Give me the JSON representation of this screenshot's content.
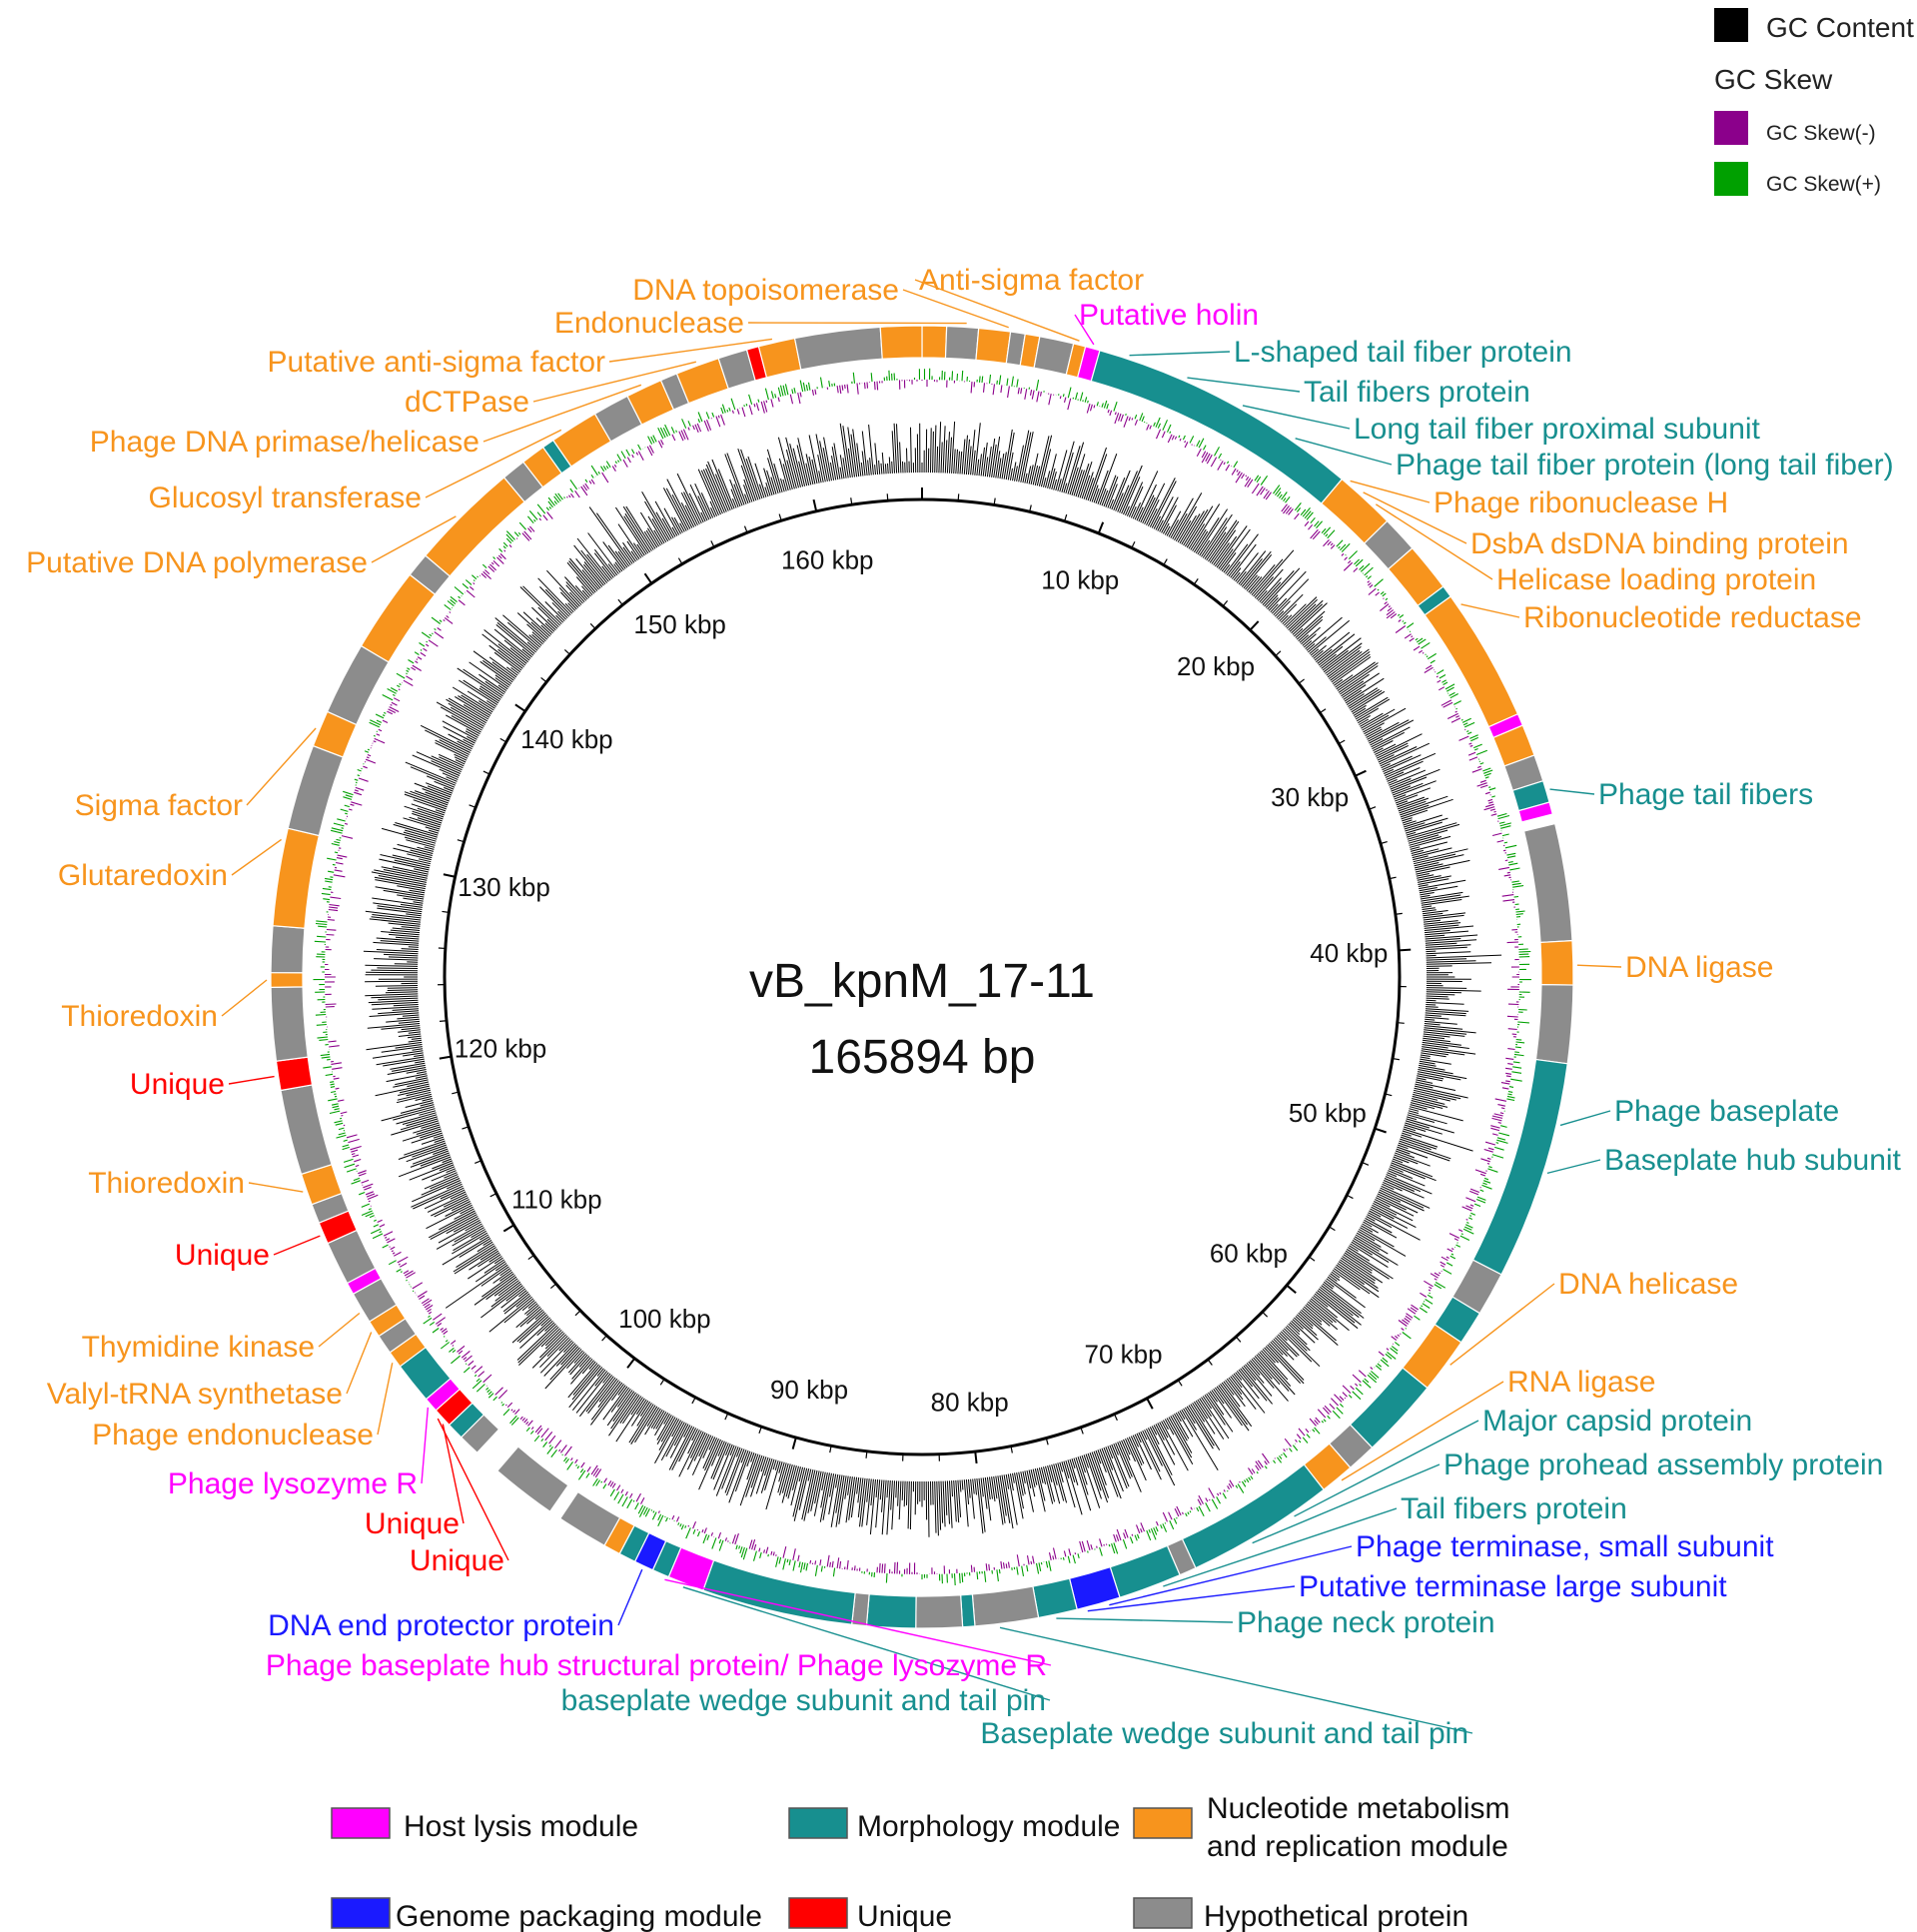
{
  "center": {
    "name": "vB_kpnM_17-11",
    "length": "165894 bp"
  },
  "genome_length": 165894,
  "ticks": [
    "10 kbp",
    "20 kbp",
    "30 kbp",
    "40 kbp",
    "50 kbp",
    "60 kbp",
    "70 kbp",
    "80 kbp",
    "90 kbp",
    "100 kbp",
    "110 kbp",
    "120 kbp",
    "130 kbp",
    "140 kbp",
    "150 kbp",
    "160 kbp"
  ],
  "top_legend": {
    "gc_content": "GC Content",
    "gc_skew": "GC Skew",
    "gc_skew_minus": "GC Skew(-)",
    "gc_skew_plus": "GC Skew(+)"
  },
  "colors": {
    "host_lysis": "#ff00ff",
    "morphology": "#178f8f",
    "nucleotide": "#f7941d",
    "genome_packaging": "#1a1aff",
    "unique": "#ff0000",
    "hypothetical": "#8c8c8c",
    "gc_content": "#000000",
    "gc_skew_minus": "#8b008b",
    "gc_skew_plus": "#00a000"
  },
  "module_legend": [
    {
      "key": "host_lysis",
      "label": "Host lysis module"
    },
    {
      "key": "morphology",
      "label": "Morphology module"
    },
    {
      "key": "nucleotide",
      "label": "Nucleotide metabolism",
      "label2": "and replication module"
    },
    {
      "key": "genome_packaging",
      "label": "Genome packaging module"
    },
    {
      "key": "unique",
      "label": "Unique"
    },
    {
      "key": "hypothetical",
      "label": "Hypothetical protein"
    }
  ],
  "segments": [
    {
      "start": 0,
      "end": 1000,
      "type": "nucleotide"
    },
    {
      "start": 1000,
      "end": 2300,
      "type": "hypothetical"
    },
    {
      "start": 2300,
      "end": 3600,
      "type": "nucleotide"
    },
    {
      "start": 3600,
      "end": 4200,
      "type": "hypothetical"
    },
    {
      "start": 4200,
      "end": 4800,
      "type": "nucleotide"
    },
    {
      "start": 4800,
      "end": 6200,
      "type": "hypothetical"
    },
    {
      "start": 6200,
      "end": 6700,
      "type": "nucleotide"
    },
    {
      "start": 6700,
      "end": 7300,
      "type": "host_lysis"
    },
    {
      "start": 7300,
      "end": 18500,
      "type": "morphology"
    },
    {
      "start": 18500,
      "end": 21000,
      "type": "nucleotide"
    },
    {
      "start": 21000,
      "end": 22500,
      "type": "hypothetical"
    },
    {
      "start": 22500,
      "end": 24500,
      "type": "nucleotide"
    },
    {
      "start": 24500,
      "end": 25000,
      "type": "morphology"
    },
    {
      "start": 25000,
      "end": 30500,
      "type": "nucleotide"
    },
    {
      "start": 30500,
      "end": 31000,
      "type": "host_lysis"
    },
    {
      "start": 31000,
      "end": 32300,
      "type": "nucleotide"
    },
    {
      "start": 32300,
      "end": 33400,
      "type": "hypothetical"
    },
    {
      "start": 33400,
      "end": 34300,
      "type": "morphology"
    },
    {
      "start": 34300,
      "end": 34800,
      "type": "host_lysis"
    },
    {
      "start": 35200,
      "end": 40000,
      "type": "hypothetical"
    },
    {
      "start": 40000,
      "end": 41800,
      "type": "nucleotide"
    },
    {
      "start": 41800,
      "end": 45000,
      "type": "hypothetical"
    },
    {
      "start": 45000,
      "end": 54000,
      "type": "morphology"
    },
    {
      "start": 54000,
      "end": 55800,
      "type": "hypothetical"
    },
    {
      "start": 55800,
      "end": 57200,
      "type": "morphology"
    },
    {
      "start": 57200,
      "end": 59500,
      "type": "nucleotide"
    },
    {
      "start": 59500,
      "end": 62800,
      "type": "morphology"
    },
    {
      "start": 62800,
      "end": 64000,
      "type": "hypothetical"
    },
    {
      "start": 64000,
      "end": 65400,
      "type": "nucleotide"
    },
    {
      "start": 65400,
      "end": 71500,
      "type": "morphology"
    },
    {
      "start": 71500,
      "end": 72200,
      "type": "hypothetical"
    },
    {
      "start": 72200,
      "end": 74800,
      "type": "morphology"
    },
    {
      "start": 74800,
      "end": 76600,
      "type": "genome_packaging"
    },
    {
      "start": 76600,
      "end": 78200,
      "type": "morphology"
    },
    {
      "start": 78200,
      "end": 80800,
      "type": "hypothetical"
    },
    {
      "start": 80800,
      "end": 81300,
      "type": "morphology"
    },
    {
      "start": 81300,
      "end": 83200,
      "type": "hypothetical"
    },
    {
      "start": 83200,
      "end": 85200,
      "type": "morphology"
    },
    {
      "start": 85200,
      "end": 85800,
      "type": "hypothetical"
    },
    {
      "start": 85800,
      "end": 92000,
      "type": "morphology"
    },
    {
      "start": 92000,
      "end": 93500,
      "type": "host_lysis"
    },
    {
      "start": 93500,
      "end": 94200,
      "type": "morphology"
    },
    {
      "start": 94200,
      "end": 95000,
      "type": "genome_packaging"
    },
    {
      "start": 95000,
      "end": 95700,
      "type": "morphology"
    },
    {
      "start": 95700,
      "end": 96400,
      "type": "nucleotide"
    },
    {
      "start": 96400,
      "end": 98500,
      "type": "hypothetical"
    },
    {
      "start": 99000,
      "end": 101700,
      "type": "hypothetical"
    },
    {
      "start": 102800,
      "end": 103700,
      "type": "hypothetical"
    },
    {
      "start": 103700,
      "end": 104400,
      "type": "morphology"
    },
    {
      "start": 104400,
      "end": 105200,
      "type": "unique"
    },
    {
      "start": 105200,
      "end": 105800,
      "type": "host_lysis"
    },
    {
      "start": 105800,
      "end": 107500,
      "type": "morphology"
    },
    {
      "start": 107500,
      "end": 108200,
      "type": "nucleotide"
    },
    {
      "start": 108200,
      "end": 109000,
      "type": "hypothetical"
    },
    {
      "start": 109000,
      "end": 109700,
      "type": "nucleotide"
    },
    {
      "start": 109700,
      "end": 111000,
      "type": "hypothetical"
    },
    {
      "start": 111000,
      "end": 111500,
      "type": "host_lysis"
    },
    {
      "start": 111500,
      "end": 113300,
      "type": "hypothetical"
    },
    {
      "start": 113300,
      "end": 114200,
      "type": "unique"
    },
    {
      "start": 114200,
      "end": 115000,
      "type": "hypothetical"
    },
    {
      "start": 115000,
      "end": 116300,
      "type": "nucleotide"
    },
    {
      "start": 116300,
      "end": 119800,
      "type": "hypothetical"
    },
    {
      "start": 119800,
      "end": 121000,
      "type": "unique"
    },
    {
      "start": 121000,
      "end": 124000,
      "type": "hypothetical"
    },
    {
      "start": 124000,
      "end": 124600,
      "type": "nucleotide"
    },
    {
      "start": 124600,
      "end": 126500,
      "type": "hypothetical"
    },
    {
      "start": 126500,
      "end": 130500,
      "type": "nucleotide"
    },
    {
      "start": 130500,
      "end": 134000,
      "type": "hypothetical"
    },
    {
      "start": 134000,
      "end": 135500,
      "type": "nucleotide"
    },
    {
      "start": 135500,
      "end": 138500,
      "type": "hypothetical"
    },
    {
      "start": 138500,
      "end": 142000,
      "type": "nucleotide"
    },
    {
      "start": 142000,
      "end": 143000,
      "type": "hypothetical"
    },
    {
      "start": 143000,
      "end": 147500,
      "type": "nucleotide"
    },
    {
      "start": 147500,
      "end": 148500,
      "type": "hypothetical"
    },
    {
      "start": 148500,
      "end": 149500,
      "type": "nucleotide"
    },
    {
      "start": 149500,
      "end": 150000,
      "type": "morphology"
    },
    {
      "start": 150000,
      "end": 152000,
      "type": "nucleotide"
    },
    {
      "start": 152000,
      "end": 153500,
      "type": "hypothetical"
    },
    {
      "start": 153500,
      "end": 155000,
      "type": "nucleotide"
    },
    {
      "start": 155000,
      "end": 155700,
      "type": "hypothetical"
    },
    {
      "start": 155700,
      "end": 157500,
      "type": "nucleotide"
    },
    {
      "start": 157500,
      "end": 158700,
      "type": "hypothetical"
    },
    {
      "start": 158700,
      "end": 159200,
      "type": "unique"
    },
    {
      "start": 159200,
      "end": 160700,
      "type": "nucleotide"
    },
    {
      "start": 160700,
      "end": 164200,
      "type": "hypothetical"
    },
    {
      "start": 164200,
      "end": 165894,
      "type": "nucleotide"
    }
  ],
  "annotations": [
    {
      "text": "DNA topoisomerase",
      "type": "nucleotide",
      "anchor": 3500
    },
    {
      "text": "Anti-sigma factor",
      "type": "nucleotide",
      "anchor": 6400
    },
    {
      "text": "Putative holin",
      "type": "host_lysis",
      "anchor": 7000
    },
    {
      "text": "Endonuclease",
      "type": "nucleotide",
      "anchor": 1800
    },
    {
      "text": "L-shaped tail fiber protein",
      "type": "morphology",
      "anchor": 8500
    },
    {
      "text": "Tail fibers protein",
      "type": "morphology",
      "anchor": 11000
    },
    {
      "text": "Long tail fiber proximal subunit",
      "type": "morphology",
      "anchor": 13500
    },
    {
      "text": "Phage tail fiber protein (long tail fiber)",
      "type": "morphology",
      "anchor": 16000
    },
    {
      "text": "Phage ribonuclease H",
      "type": "nucleotide",
      "anchor": 18800
    },
    {
      "text": "DsbA dsDNA binding protein",
      "type": "nucleotide",
      "anchor": 19500
    },
    {
      "text": "Helicase loading protein",
      "type": "nucleotide",
      "anchor": 20200
    },
    {
      "text": "Ribonucleotide reductase",
      "type": "nucleotide",
      "anchor": 25500
    },
    {
      "text": "Phage tail fibers",
      "type": "morphology",
      "anchor": 33800
    },
    {
      "text": "DNA ligase",
      "type": "nucleotide",
      "anchor": 41000
    },
    {
      "text": "Phage baseplate",
      "type": "morphology",
      "anchor": 47500
    },
    {
      "text": "Baseplate hub subunit",
      "type": "morphology",
      "anchor": 49500
    },
    {
      "text": "DNA helicase",
      "type": "nucleotide",
      "anchor": 58200
    },
    {
      "text": "RNA ligase",
      "type": "nucleotide",
      "anchor": 64600
    },
    {
      "text": "Major capsid protein",
      "type": "morphology",
      "anchor": 67000
    },
    {
      "text": "Phage prohead assembly protein",
      "type": "morphology",
      "anchor": 69000
    },
    {
      "text": "Tail fibers protein",
      "type": "morphology",
      "anchor": 73000
    },
    {
      "text": "Phage terminase, small subunit",
      "type": "genome_packaging",
      "anchor": 75300
    },
    {
      "text": "Putative terminase large subunit",
      "type": "genome_packaging",
      "anchor": 76200
    },
    {
      "text": "Phage neck protein",
      "type": "morphology",
      "anchor": 77500
    },
    {
      "text": "Baseplate wedge subunit and tail pin",
      "type": "morphology",
      "anchor": 79800
    },
    {
      "text": "baseplate wedge subunit and tail pin",
      "type": "morphology",
      "anchor": 92800
    },
    {
      "text": "Phage baseplate hub structural protein/ Phage lysozyme R",
      "type": "host_lysis",
      "anchor": 93600
    },
    {
      "text": "DNA end protector protein",
      "type": "genome_packaging",
      "anchor": 94600
    },
    {
      "text": "Unique",
      "type": "unique",
      "anchor": 104600
    },
    {
      "text": "Unique",
      "type": "unique",
      "anchor": 104900
    },
    {
      "text": "Phage lysozyme R",
      "type": "host_lysis",
      "anchor": 105500
    },
    {
      "text": "Phage endonuclease",
      "type": "nucleotide",
      "anchor": 107800
    },
    {
      "text": "Valyl-tRNA synthetase",
      "type": "nucleotide",
      "anchor": 109300
    },
    {
      "text": "Thymidine kinase",
      "type": "nucleotide",
      "anchor": 110200
    },
    {
      "text": "Unique",
      "type": "unique",
      "anchor": 113700
    },
    {
      "text": "Thioredoxin",
      "type": "nucleotide",
      "anchor": 115600
    },
    {
      "text": "Unique",
      "type": "unique",
      "anchor": 120400
    },
    {
      "text": "Thioredoxin",
      "type": "nucleotide",
      "anchor": 124300
    },
    {
      "text": "Glutaredoxin",
      "type": "nucleotide",
      "anchor": 130000
    },
    {
      "text": "Sigma factor",
      "type": "nucleotide",
      "anchor": 134700
    },
    {
      "text": "Putative DNA polymerase",
      "type": "nucleotide",
      "anchor": 145000
    },
    {
      "text": "Glucosyl transferase",
      "type": "nucleotide",
      "anchor": 150500
    },
    {
      "text": "Phage DNA primase/helicase",
      "type": "nucleotide",
      "anchor": 154200
    },
    {
      "text": "dCTPase",
      "type": "nucleotide",
      "anchor": 156600
    },
    {
      "text": "Putative anti-sigma factor",
      "type": "nucleotide",
      "anchor": 159800
    }
  ]
}
